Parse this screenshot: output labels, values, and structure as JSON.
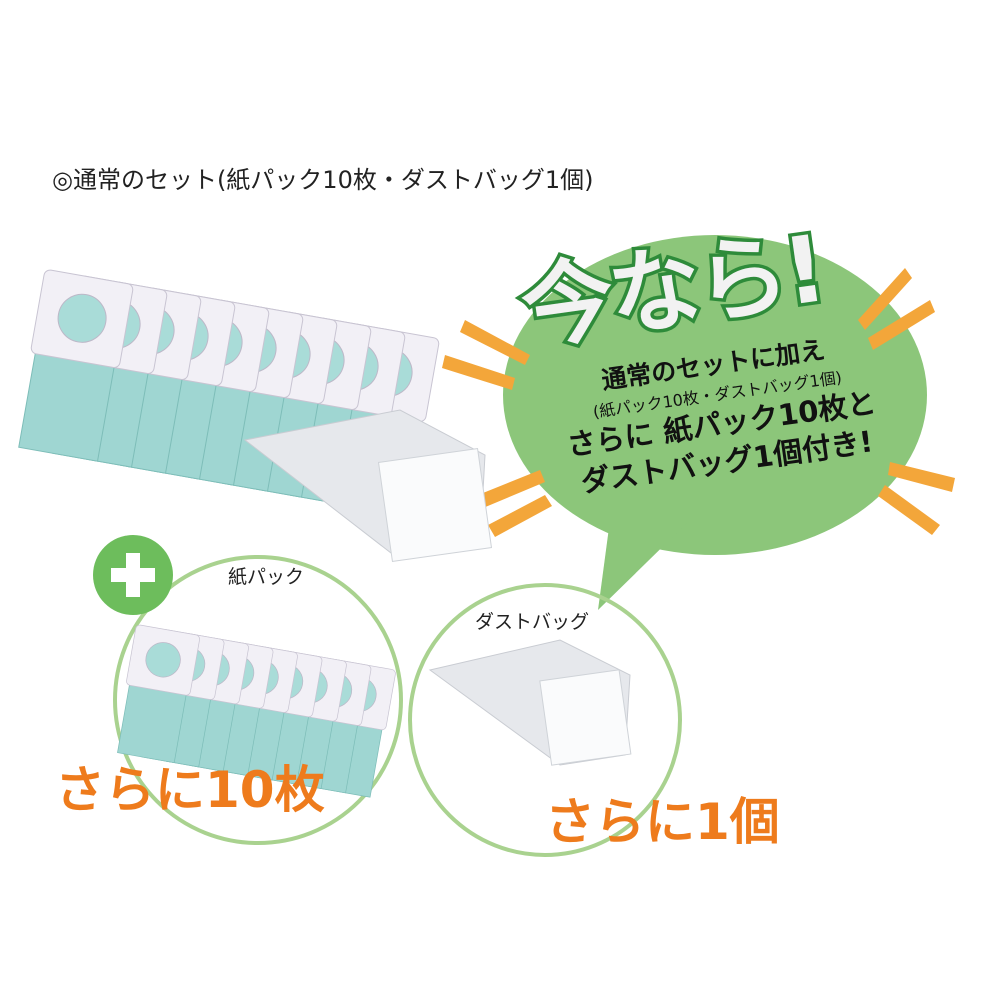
{
  "heading": "◎通常のセット(紙パック10枚・ダストバッグ1個)",
  "bubble": {
    "headline": "今なら!",
    "line1": "通常のセットに加え",
    "line2": "(紙パック10枚・ダストバッグ1個)",
    "line3": "さらに 紙パック10枚と",
    "line4": "ダストバッグ1個付き!"
  },
  "plus_icon": "plus-icon",
  "paper_pack": {
    "label": "紙パック",
    "extra": "さらに10枚"
  },
  "dust_bag": {
    "label": "ダストバッグ",
    "extra": "さらに1個"
  },
  "colors": {
    "bubble": "#8cc67a",
    "burst": "#f3a63a",
    "accent": "#ee7b1c",
    "circle": "#a9d28f",
    "plus": "#6dbd5c"
  }
}
